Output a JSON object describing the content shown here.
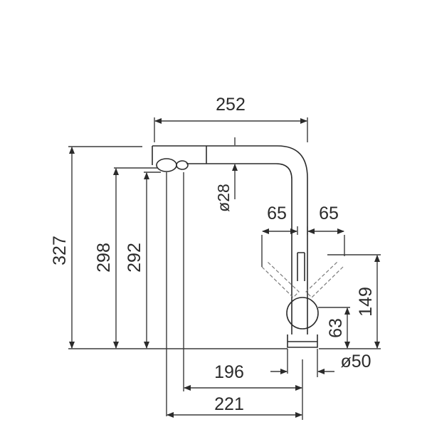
{
  "dimensions": {
    "overall_width": "252",
    "overall_height": "327",
    "height_to_outlet": "298",
    "height_to_handle": "292",
    "spout_diameter": "ø28",
    "swivel_left": "65",
    "swivel_right": "65",
    "swivel_height": "149",
    "handle_height": "63",
    "base_diameter": "ø50",
    "reach_inner": "196",
    "reach_outer": "221"
  },
  "colors": {
    "line": "#2b2b2b",
    "background": "#ffffff"
  }
}
